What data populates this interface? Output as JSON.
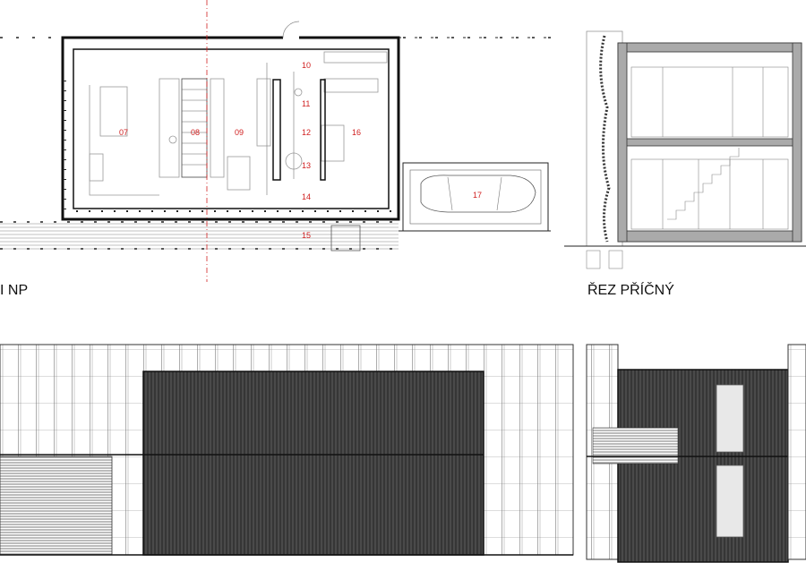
{
  "labels": {
    "floor_plan_title": "I NP",
    "section_title": "ŘEZ PŘÍČNÝ"
  },
  "rooms": [
    "07",
    "08",
    "09",
    "10",
    "11",
    "12",
    "13",
    "14",
    "15",
    "16",
    "17"
  ],
  "colors": {
    "room_label": "#d02020",
    "cut_line": "#d02020",
    "cladding": "#3a3a3a",
    "line": "#222222"
  }
}
